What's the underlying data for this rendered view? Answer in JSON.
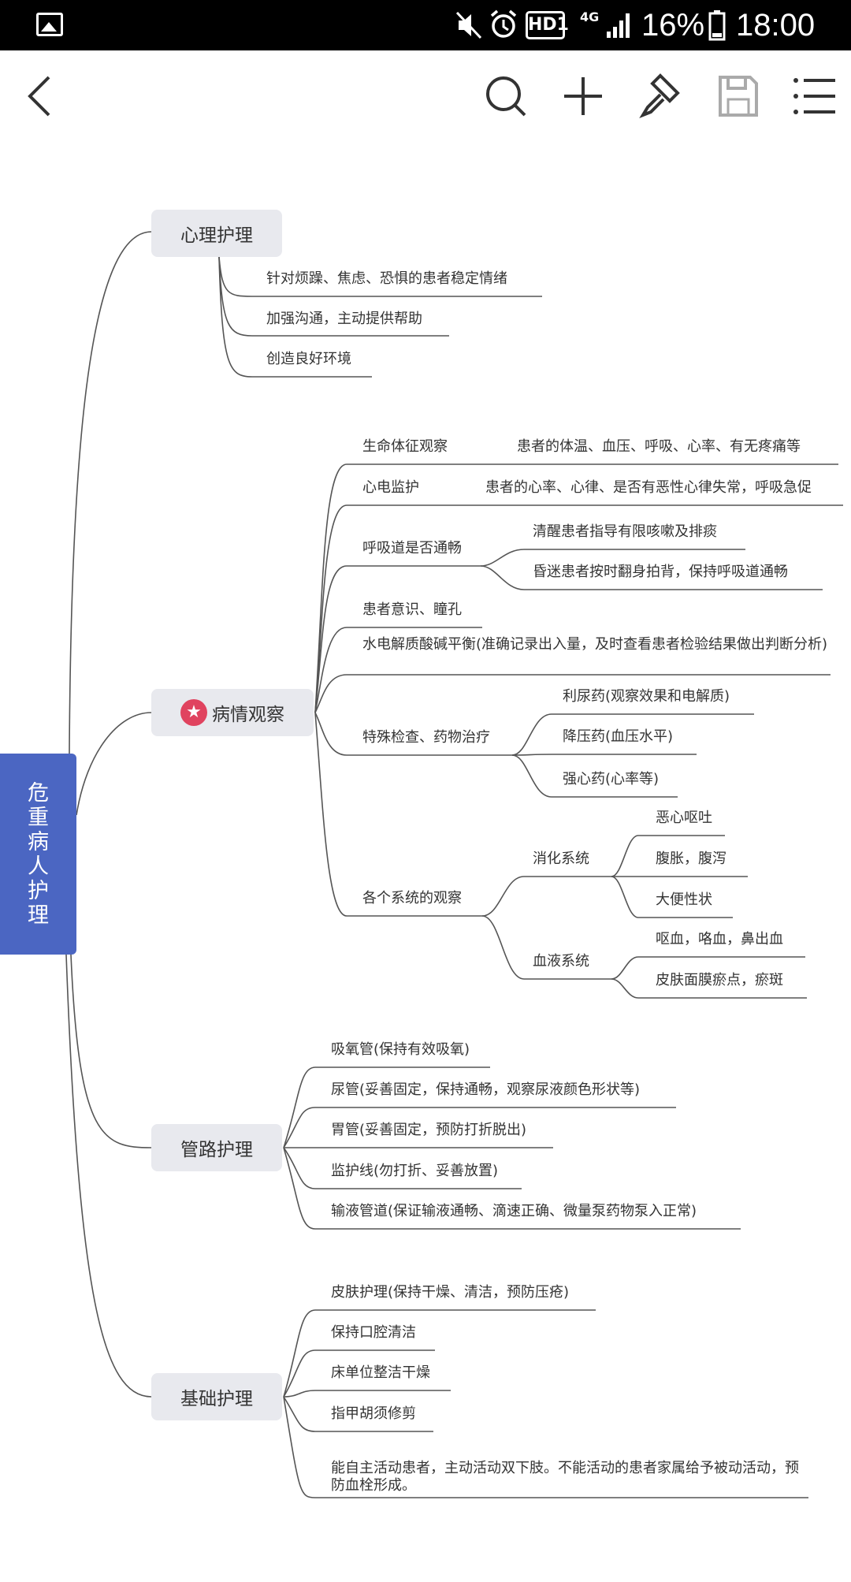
{
  "status_bar": {
    "battery": "16%",
    "time": "18:00",
    "hd_label": "HD1",
    "network": "4G"
  },
  "toolbar": {
    "icons": [
      "back-icon",
      "search-icon",
      "add-icon",
      "format-brush-icon",
      "save-icon",
      "menu-icon"
    ]
  },
  "mindmap": {
    "root": "危重病人护理",
    "branches": {
      "psych": {
        "label": "心理护理",
        "children": [
          "针对烦躁、焦虑、恐惧的患者稳定情绪",
          "加强沟通，主动提供帮助",
          "创造良好环境"
        ]
      },
      "obs": {
        "label": "病情观察",
        "vital": "生命体征观察",
        "vital_detail": "患者的体温、血压、呼吸、心率、有无疼痛等",
        "ecg": "心电监护",
        "ecg_detail": "患者的心率、心律、是否有恶性心律失常，呼吸急促",
        "airway": "呼吸道是否通畅",
        "airway_children": [
          "清醒患者指导有限咳嗽及排痰",
          "昏迷患者按时翻身拍背，保持呼吸道通畅"
        ],
        "consciousness": "患者意识、瞳孔",
        "fluid": "水电解质酸碱平衡(准确记录出入量，及时查看患者检验结果做出判断分析)",
        "drugs": "特殊检查、药物治疗",
        "drug_children": [
          "利尿药(观察效果和电解质)",
          "降压药(血压水平)",
          "强心药(心率等)"
        ],
        "systems": "各个系统的观察",
        "digestive": "消化系统",
        "digestive_children": [
          "恶心呕吐",
          "腹胀，腹泻",
          "大便性状"
        ],
        "blood": "血液系统",
        "blood_children": [
          "呕血，咯血，鼻出血",
          "皮肤面膜瘀点，瘀斑"
        ]
      },
      "tube": {
        "label": "管路护理",
        "children": [
          "吸氧管(保持有效吸氧)",
          "尿管(妥善固定，保持通畅，观察尿液颜色形状等)",
          "胃管(妥善固定，预防打折脱出)",
          "监护线(勿打折、妥善放置)",
          "输液管道(保证输液通畅、滴速正确、微量泵药物泵入正常)"
        ]
      },
      "basic": {
        "label": "基础护理",
        "children": [
          "皮肤护理(保持干燥、清洁，预防压疮)",
          "保持口腔清洁",
          "床单位整洁干燥",
          "指甲胡须修剪",
          "能自主活动患者，主动活动双下肢。不能活动的患者家属给予被动活动，预防血栓形成。"
        ]
      }
    }
  },
  "colors": {
    "root_bg": "#4b66c2",
    "branch_bg": "#e8e9ee",
    "star": "#e0435f",
    "line": "#555555"
  }
}
